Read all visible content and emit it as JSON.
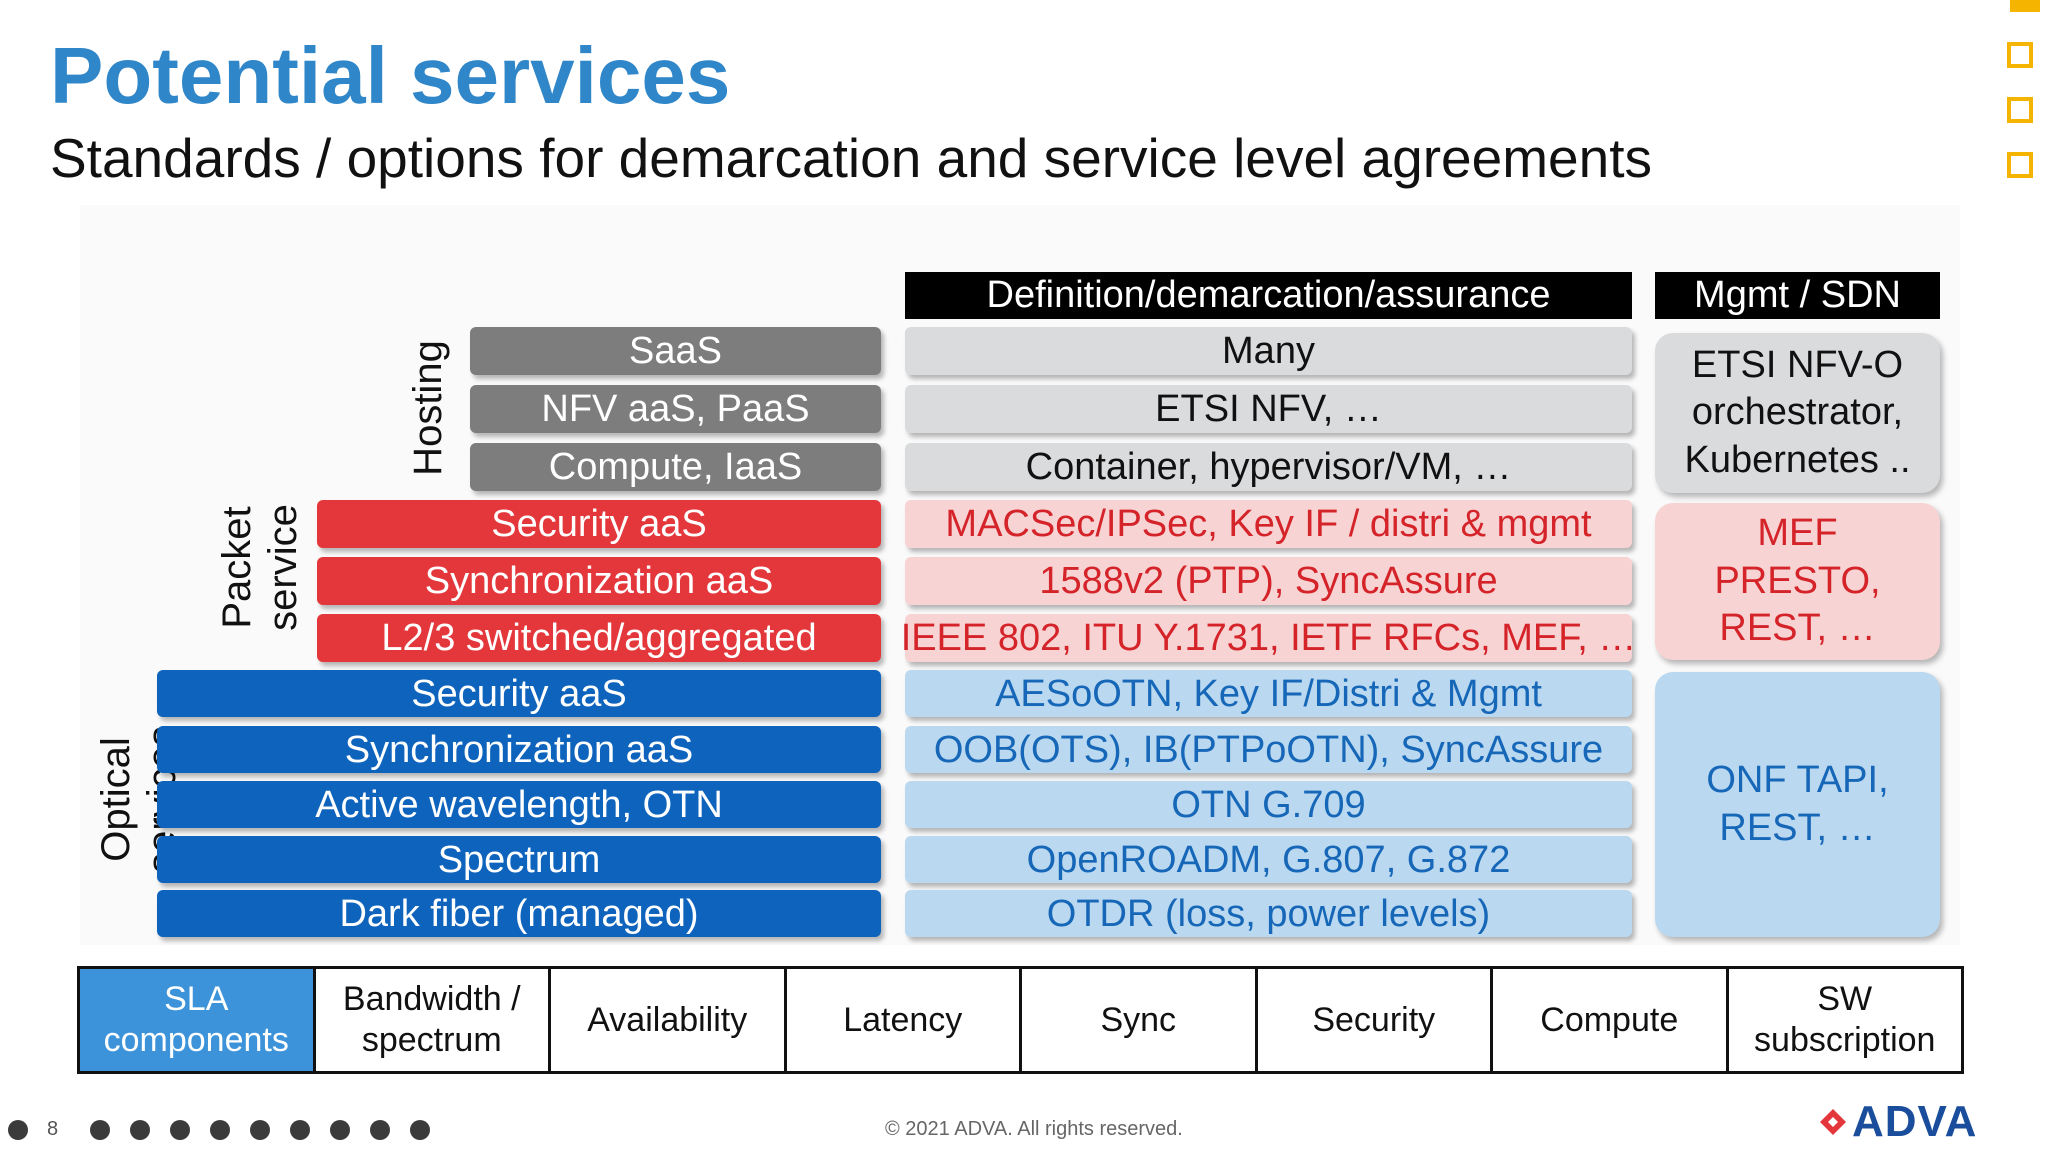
{
  "slide": {
    "title": "Potential services",
    "subtitle": "Standards / options for demarcation and service level agreements",
    "page_number": "8",
    "copyright": "© 2021 ADVA. All rights reserved.",
    "logo_text": "ADVA"
  },
  "groups": {
    "hosting": "Hosting",
    "packet": "Packet\nservice",
    "optical": "Optical services"
  },
  "headers": {
    "definition": "Definition/demarcation/assurance",
    "mgmt": "Mgmt / SDN"
  },
  "services": {
    "hosting": [
      "SaaS",
      "NFV aaS, PaaS",
      "Compute, IaaS"
    ],
    "packet": [
      "Security aaS",
      "Synchronization aaS",
      "L2/3 switched/aggregated"
    ],
    "optical": [
      "Security aaS",
      "Synchronization aaS",
      "Active wavelength, OTN",
      "Spectrum",
      "Dark fiber (managed)"
    ]
  },
  "definitions": {
    "hosting": [
      "Many",
      "ETSI NFV, …",
      "Container, hypervisor/VM, …"
    ],
    "packet": [
      "MACSec/IPSec, Key IF / distri & mgmt",
      "1588v2 (PTP), SyncAssure",
      "IEEE 802, ITU Y.1731, IETF RFCs, MEF, …"
    ],
    "optical": [
      "AESoOTN, Key IF/Distri & Mgmt",
      "OOB(OTS), IB(PTPoOTN), SyncAssure",
      "OTN G.709",
      "OpenROADM, G.807, G.872",
      "OTDR (loss, power levels)"
    ]
  },
  "mgmt": {
    "hosting": "ETSI NFV-O\norchestrator,\nKubernetes ..",
    "packet": "MEF\nPRESTO,\nREST, …",
    "optical": "ONF TAPI,\nREST, …"
  },
  "sla_components": [
    "SLA\ncomponents",
    "Bandwidth /\nspectrum",
    "Availability",
    "Latency",
    "Sync",
    "Security",
    "Compute",
    "SW\nsubscription"
  ],
  "colors": {
    "title_blue": "#2f86c8",
    "hosting_grey": "#7d7d7d",
    "packet_red": "#e4373b",
    "optical_blue": "#0e63bd",
    "accent_yellow": "#f5b400"
  }
}
